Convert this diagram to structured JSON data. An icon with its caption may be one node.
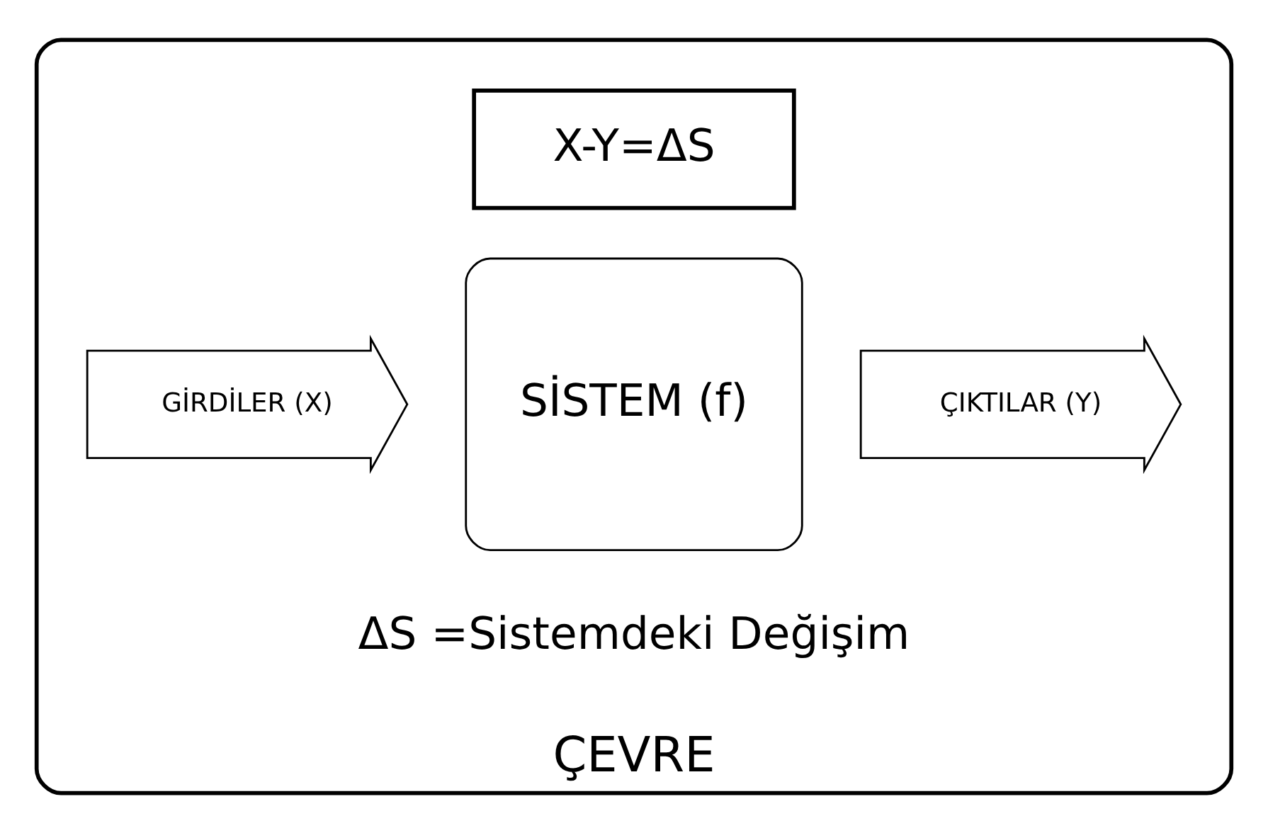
{
  "diagram": {
    "nodes": [
      {
        "text": [
          "ÇEVRE"
        ]
      },
      {
        "text": [
          "X-Y=ΔS"
        ],
        "in": 0
      },
      {
        "text": [
          "GİRDİLER (X)"
        ],
        "in": 0
      },
      {
        "text": [
          "SİSTEM (f)"
        ],
        "in": 0
      },
      {
        "text": [
          "ÇIKTILAR (Y)"
        ],
        "in": 0
      }
    ],
    "labels": [
      "ΔS =Sistemdeki Değişim"
    ]
  }
}
